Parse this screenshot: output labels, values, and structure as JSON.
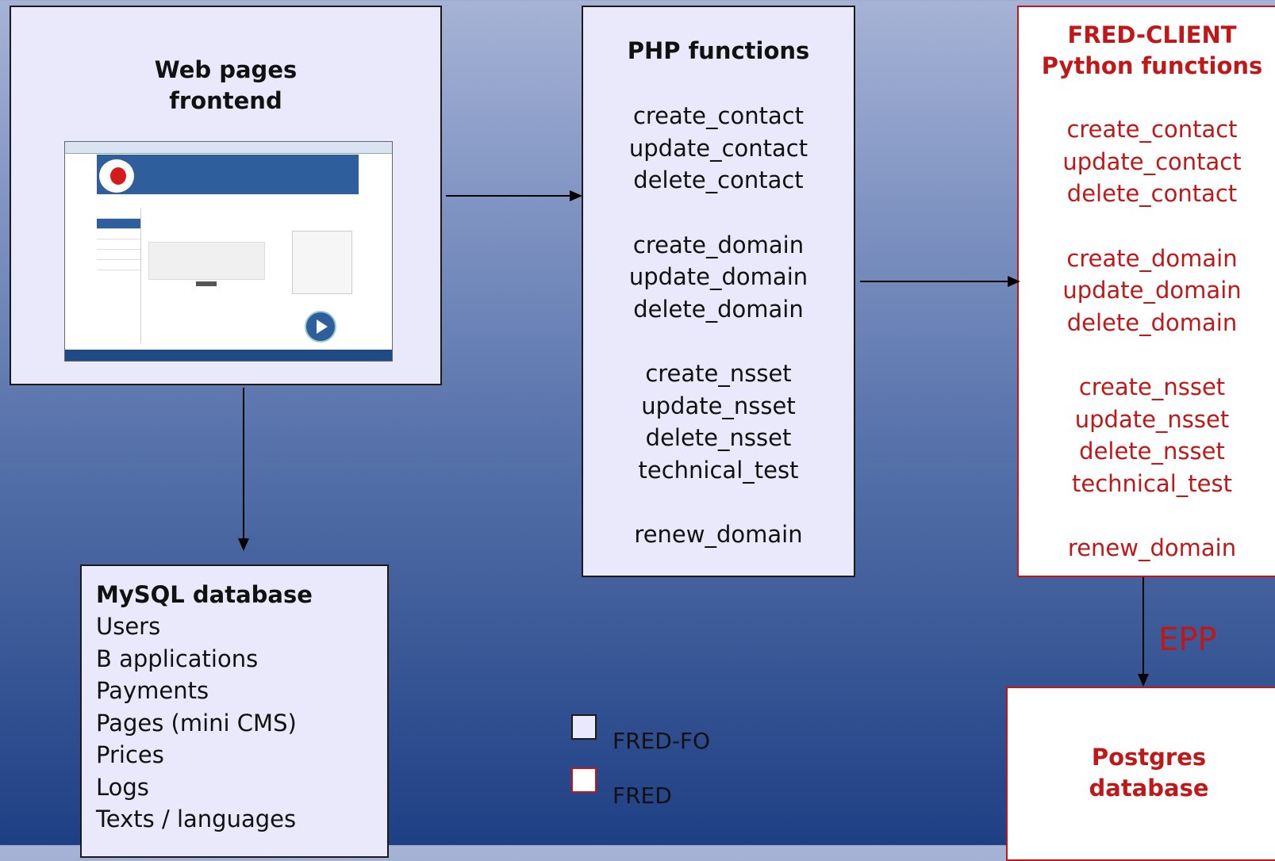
{
  "web_box": {
    "title_line1": "Web pages",
    "title_line2": "frontend"
  },
  "php_box": {
    "title": "PHP functions",
    "groups": [
      [
        "create_contact",
        "update_contact",
        "delete_contact"
      ],
      [
        "create_domain",
        "update_domain",
        "delete_domain"
      ],
      [
        "create_nsset",
        "update_nsset",
        "delete_nsset",
        "technical_test"
      ],
      [
        "renew_domain"
      ]
    ]
  },
  "fred_client_box": {
    "title_line1": "FRED-CLIENT",
    "title_line2": "Python functions",
    "groups": [
      [
        "create_contact",
        "update_contact",
        "delete_contact"
      ],
      [
        "create_domain",
        "update_domain",
        "delete_domain"
      ],
      [
        "create_nsset",
        "update_nsset",
        "delete_nsset",
        "technical_test"
      ],
      [
        "renew_domain"
      ]
    ]
  },
  "mysql_box": {
    "title": "MySQL database",
    "items": [
      "Users",
      "B applications",
      "Payments",
      "Pages (mini CMS)",
      "Prices",
      "Logs",
      "Texts / languages"
    ]
  },
  "postgres_box": {
    "title_line1": "Postgres",
    "title_line2": "database"
  },
  "edge_label": "EPP",
  "legend": {
    "fo_label": "FRED-FO",
    "fred_label": "FRED"
  },
  "colors": {
    "fo_fill": "#e9e9fb",
    "fred_text": "#c01818",
    "border": "#1a1a1a"
  }
}
